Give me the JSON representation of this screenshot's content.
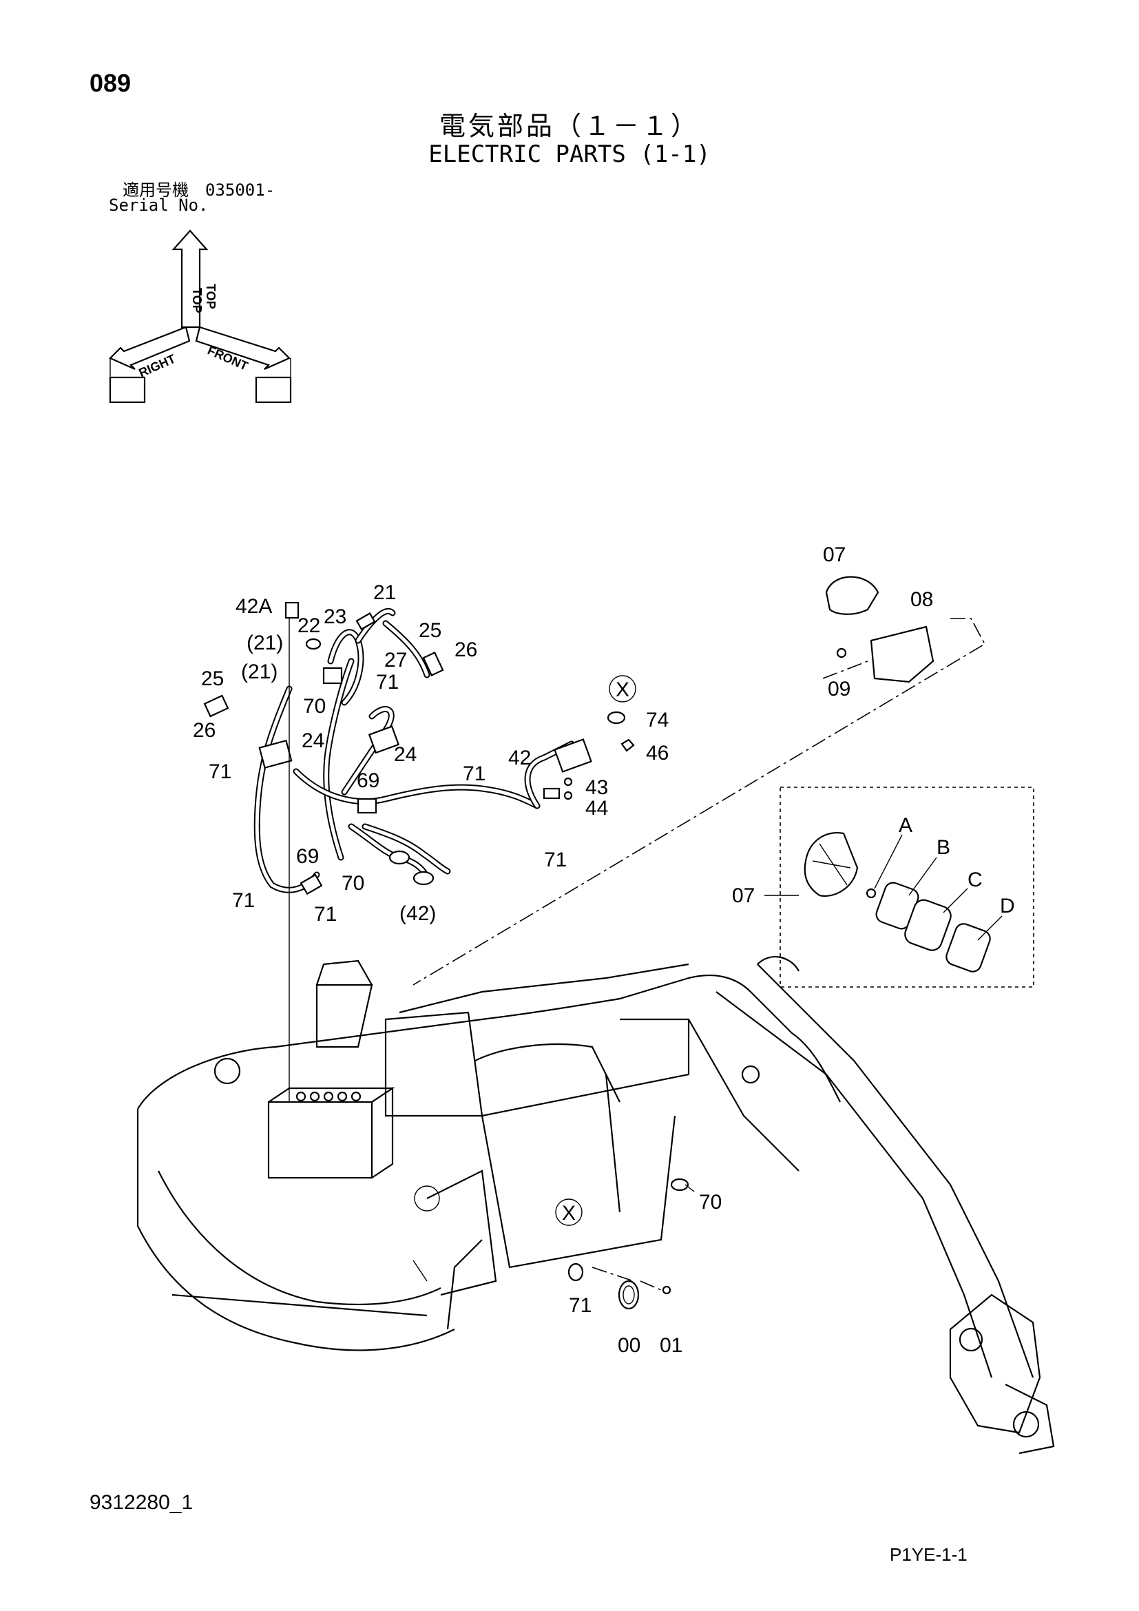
{
  "header": {
    "page_number": "089",
    "title_ja": "電気部品（１－１）",
    "title_en": "ELECTRIC PARTS (1-1)",
    "serial_label_ja": "適用号機　035001-",
    "serial_label_en": "Serial No."
  },
  "orientation": {
    "top": "TOP",
    "right": "RIGHT",
    "front": "FRONT"
  },
  "callouts": {
    "c42A": "42A",
    "c21a": "21",
    "c22": "22",
    "c23": "23",
    "c21p1": "(21)",
    "c21p2": "(21)",
    "c27": "27",
    "c25a": "25",
    "c26a": "26",
    "c25b": "25",
    "c26b": "26",
    "c71a": "71",
    "c70a": "70",
    "c24a": "24",
    "c24b": "24",
    "c69a": "69",
    "c71b": "71",
    "c69b": "69",
    "c70b": "70",
    "c71c": "71",
    "c71d": "71",
    "c42p": "(42)",
    "c71e": "71",
    "c42": "42",
    "c43": "43",
    "c44": "44",
    "c71f": "71",
    "c74": "74",
    "c46": "46",
    "cX1": "X",
    "c07a": "07",
    "c08": "08",
    "c09": "09",
    "c07b": "07",
    "cA": "A",
    "cB": "B",
    "cC": "C",
    "cD": "D",
    "cX2": "X",
    "c70c": "70",
    "c71g": "71",
    "c00": "00",
    "c01": "01"
  },
  "footer": {
    "doc_id": "9312280_1",
    "sheet_id": "P1YE-1-1"
  }
}
